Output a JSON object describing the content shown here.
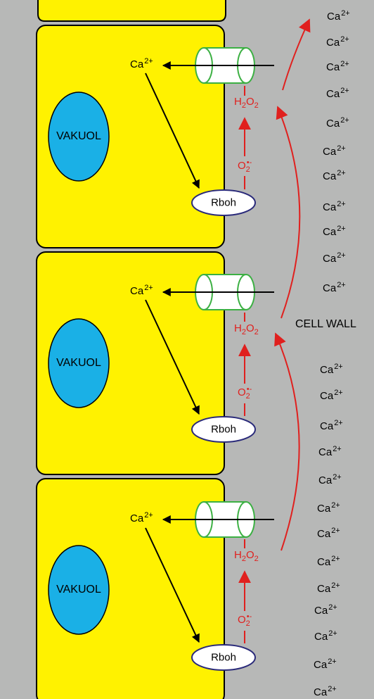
{
  "labels": {
    "vacuole": "VAKUOL",
    "rboh": "Rboh",
    "cell_wall": "CELL WALL",
    "ca_base": "Ca",
    "ca_charge": "2+",
    "h_base": "H",
    "h_sub": "2",
    "o_base": "O",
    "o_sub": "2",
    "o2_charge": "•-"
  },
  "cells": [
    {
      "id": "top"
    },
    {
      "id": "middle"
    },
    {
      "id": "bottom"
    }
  ],
  "colors": {
    "background": "#b7b8b7",
    "cytoplasm": "#fff200",
    "vacuole": "#1ab0e6",
    "reaction": "#e0201e",
    "channel_outline": "#3cb043",
    "outline": "#000000",
    "rboh_outline": "#2a2a7a"
  },
  "icons": [
    "ion-channel-icon",
    "arrow-icon"
  ]
}
